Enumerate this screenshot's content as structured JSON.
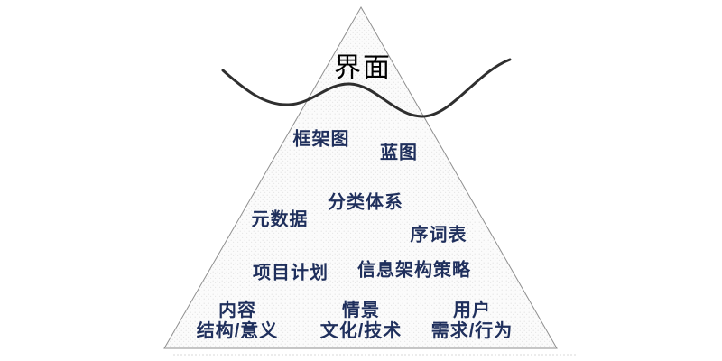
{
  "colors": {
    "label": "#1f2f5c",
    "apex_label": "#000000",
    "triangle_fill": "#fbfbfb",
    "triangle_speckle": "#e6e6e6",
    "triangle_border": "#8f8f8f",
    "wave": "#2f2f2f",
    "background": "#ffffff"
  },
  "diagram": {
    "labels": {
      "interface": "界面",
      "wireframes": "框架图",
      "blueprints": "蓝图",
      "taxonomy": "分类体系",
      "metadata": "元数据",
      "thesaurus": "序词表",
      "project_plan": "项目计划",
      "ia_strategy": "信息架构策略",
      "content": {
        "title": "内容",
        "subtitle": "结构/意义"
      },
      "context": {
        "title": "情景",
        "subtitle": "文化/技术"
      },
      "users": {
        "title": "用户",
        "subtitle": "需求/行为"
      }
    }
  }
}
